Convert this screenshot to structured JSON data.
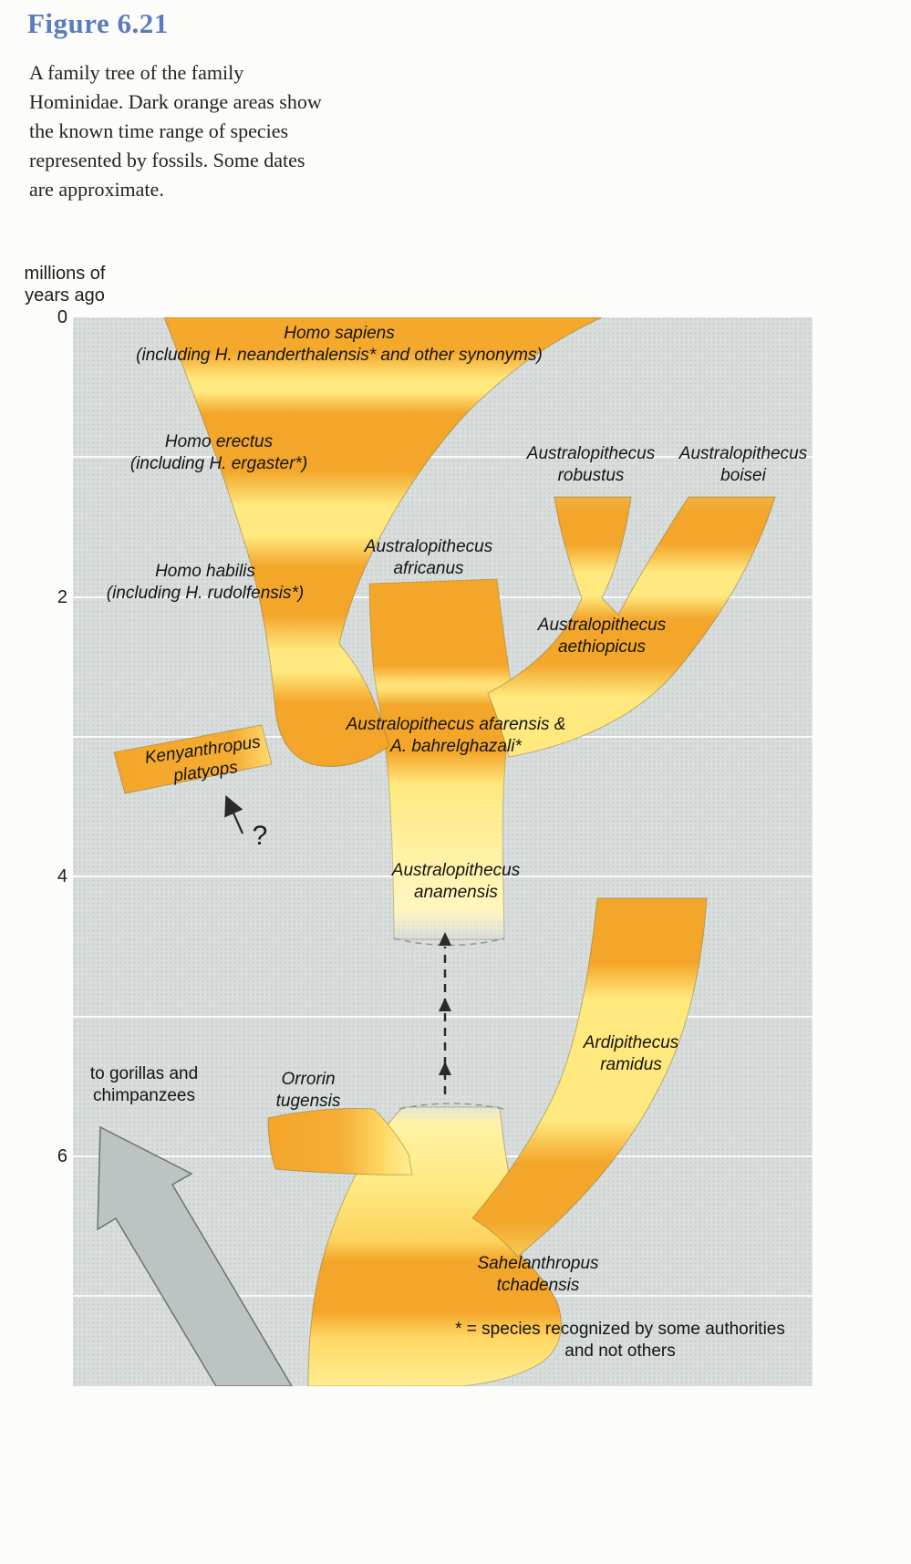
{
  "figure": {
    "title": "Figure 6.21",
    "caption": "A family tree of the family Hominidae. Dark orange areas show the known time range of species represented by fossils. Some dates are approximate."
  },
  "axis": {
    "title_line1": "millions of",
    "title_line2": "years ago",
    "ticks": [
      "0",
      "2",
      "4",
      "6"
    ]
  },
  "species": {
    "homo_sapiens": {
      "line1": "Homo sapiens",
      "line2": "(including H. neanderthalensis* and other synonyms)"
    },
    "homo_erectus": {
      "line1": "Homo erectus",
      "line2": "(including H. ergaster*)"
    },
    "australopithecus_robustus": {
      "line1": "Australopithecus",
      "line2": "robustus"
    },
    "australopithecus_boisei": {
      "line1": "Australopithecus",
      "line2": "boisei"
    },
    "australopithecus_africanus": {
      "line1": "Australopithecus",
      "line2": "africanus"
    },
    "homo_habilis": {
      "line1": "Homo habilis",
      "line2": "(including H. rudolfensis*)"
    },
    "australopithecus_aethiopicus": {
      "line1": "Australopithecus",
      "line2": "aethiopicus"
    },
    "australopithecus_afarensis": {
      "line1": "Australopithecus afarensis &",
      "line2": "A. bahrelghazali*"
    },
    "kenyanthropus_platyops": {
      "line1": "Kenyanthropus",
      "line2": "platyops"
    },
    "australopithecus_anamensis": {
      "line1": "Australopithecus",
      "line2": "anamensis"
    },
    "ardipithecus_ramidus": {
      "line1": "Ardipithecus",
      "line2": "ramidus"
    },
    "orrorin_tugensis": {
      "line1": "Orrorin",
      "line2": "tugensis"
    },
    "sahelanthropus_tchadensis": {
      "line1": "Sahelanthropus",
      "line2": "tchadensis"
    }
  },
  "annotations": {
    "gorillas_line1": "to gorillas and",
    "gorillas_line2": "chimpanzees",
    "question_mark": "?",
    "footnote_line1": "* = species recognized by some authorities",
    "footnote_line2": "and not others"
  },
  "colors": {
    "title_blue": "#5b7cc0",
    "panel_background": "#d9dedd",
    "fossil_range_dark_orange": "#f3a62a",
    "lineage_light_yellow": "#ffe87e",
    "arrow_grey": "#bdc3c2",
    "gridline_white": "#ffffff",
    "text_dark": "#1d1d1b"
  }
}
